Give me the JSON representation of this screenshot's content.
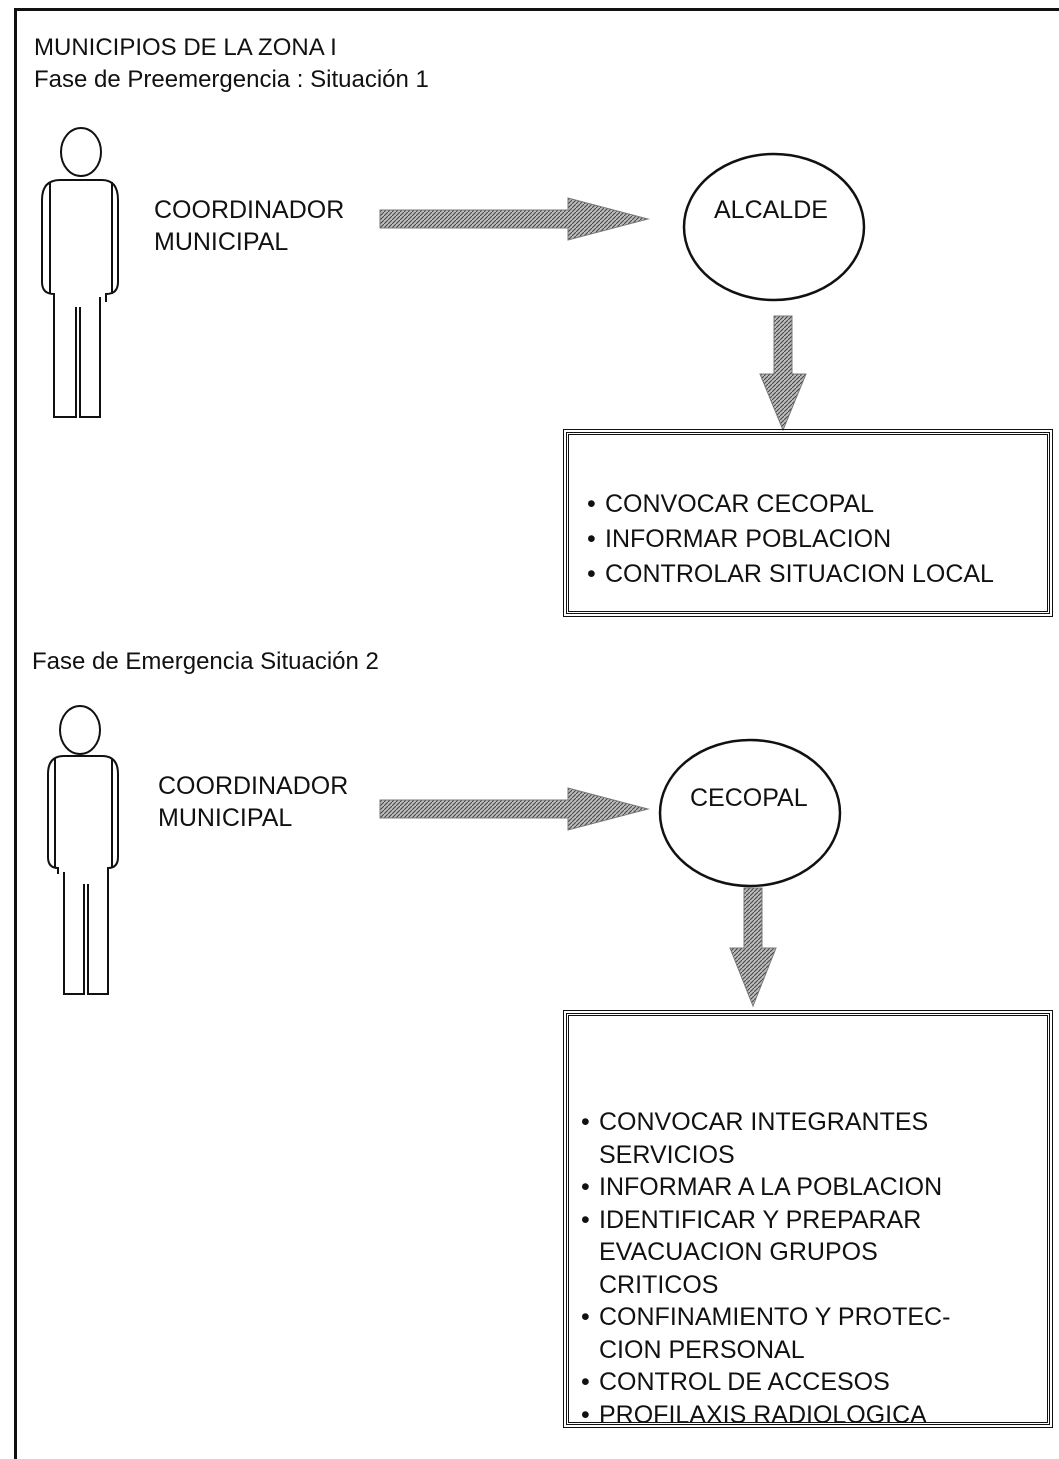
{
  "header": {
    "title": "MUNICIPIOS DE LA ZONA I"
  },
  "phase1": {
    "label": "Fase de Preemergencia : Situación 1",
    "role": [
      "COORDINADOR",
      "MUNICIPAL"
    ],
    "node": "ALCALDE",
    "actions": [
      "CONVOCAR CECOPAL",
      "INFORMAR POBLACION",
      "CONTROLAR SITUACION LOCAL"
    ]
  },
  "phase2": {
    "label": "Fase de Emergencia Situación 2",
    "role": [
      "COORDINADOR",
      "MUNICIPAL"
    ],
    "node": "CECOPAL",
    "actions": [
      [
        "CONVOCAR INTEGRANTES",
        "SERVICIOS"
      ],
      [
        "INFORMAR A LA POBLACION"
      ],
      [
        "IDENTIFICAR Y PREPARAR",
        "EVACUACION GRUPOS",
        "CRITICOS"
      ],
      [
        "CONFINAMIENTO Y PROTEC-",
        "CION PERSONAL"
      ],
      [
        "CONTROL DE ACCESOS"
      ],
      [
        "PROFILAXIS RADIOLOGICA"
      ]
    ]
  },
  "icons": {
    "person": "person-icon",
    "arrow": "hatched-arrow-icon"
  }
}
